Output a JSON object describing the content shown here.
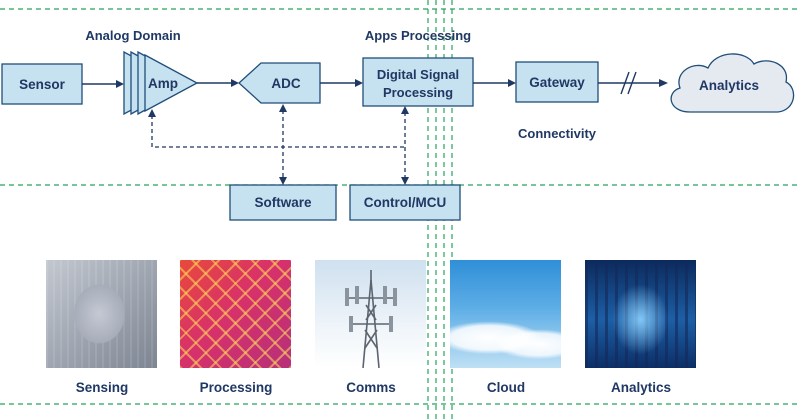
{
  "diagram": {
    "section_labels": {
      "analog_domain": "Analog Domain",
      "apps_processing": "Apps Processing",
      "connectivity": "Connectivity"
    },
    "blocks": {
      "sensor": "Sensor",
      "amp": "Amp",
      "adc": "ADC",
      "dsp_line1": "Digital Signal",
      "dsp_line2": "Processing",
      "gateway": "Gateway",
      "analytics_cloud": "Analytics",
      "software": "Software",
      "control": "Control/MCU"
    }
  },
  "photos": [
    {
      "caption": "Sensing"
    },
    {
      "caption": "Processing"
    },
    {
      "caption": "Comms"
    },
    {
      "caption": "Cloud"
    },
    {
      "caption": "Analytics"
    }
  ],
  "colors": {
    "block_fill": "#c6e1ef",
    "block_stroke": "#1f4e79",
    "text": "#1f3864",
    "divider_green": "#27a35a"
  }
}
